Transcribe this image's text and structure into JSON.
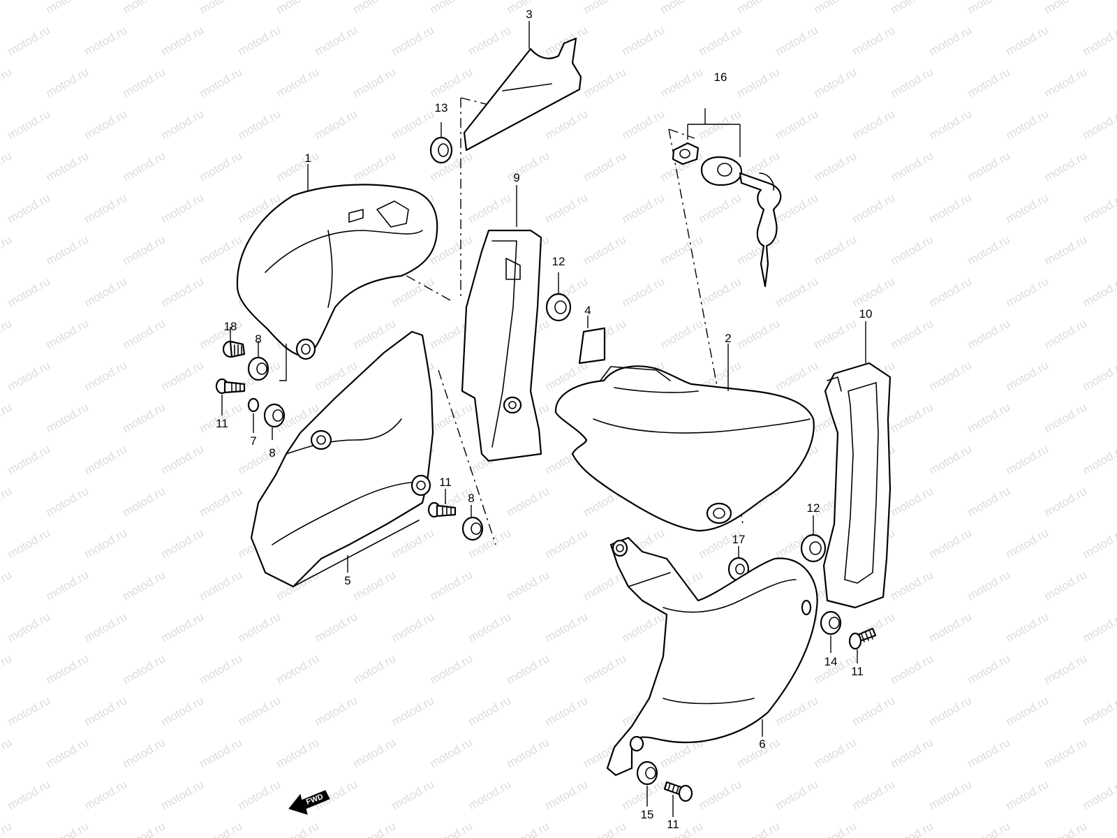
{
  "watermark": {
    "text": "motod.ru",
    "color": "#dcdcdc"
  },
  "callouts": {
    "c1": "1",
    "c2": "2",
    "c3": "3",
    "c4": "4",
    "c5": "5",
    "c6": "6",
    "c7": "7",
    "c8a": "8",
    "c8b": "8",
    "c8c": "8",
    "c9": "9",
    "c10": "10",
    "c11a": "11",
    "c11b": "11",
    "c11c": "11",
    "c11d": "11",
    "c12a": "12",
    "c12b": "12",
    "c13": "13",
    "c14": "14",
    "c15": "15",
    "c16": "16",
    "c17": "17",
    "c18": "18"
  },
  "fwd_arrow": {
    "label": "FWD"
  }
}
